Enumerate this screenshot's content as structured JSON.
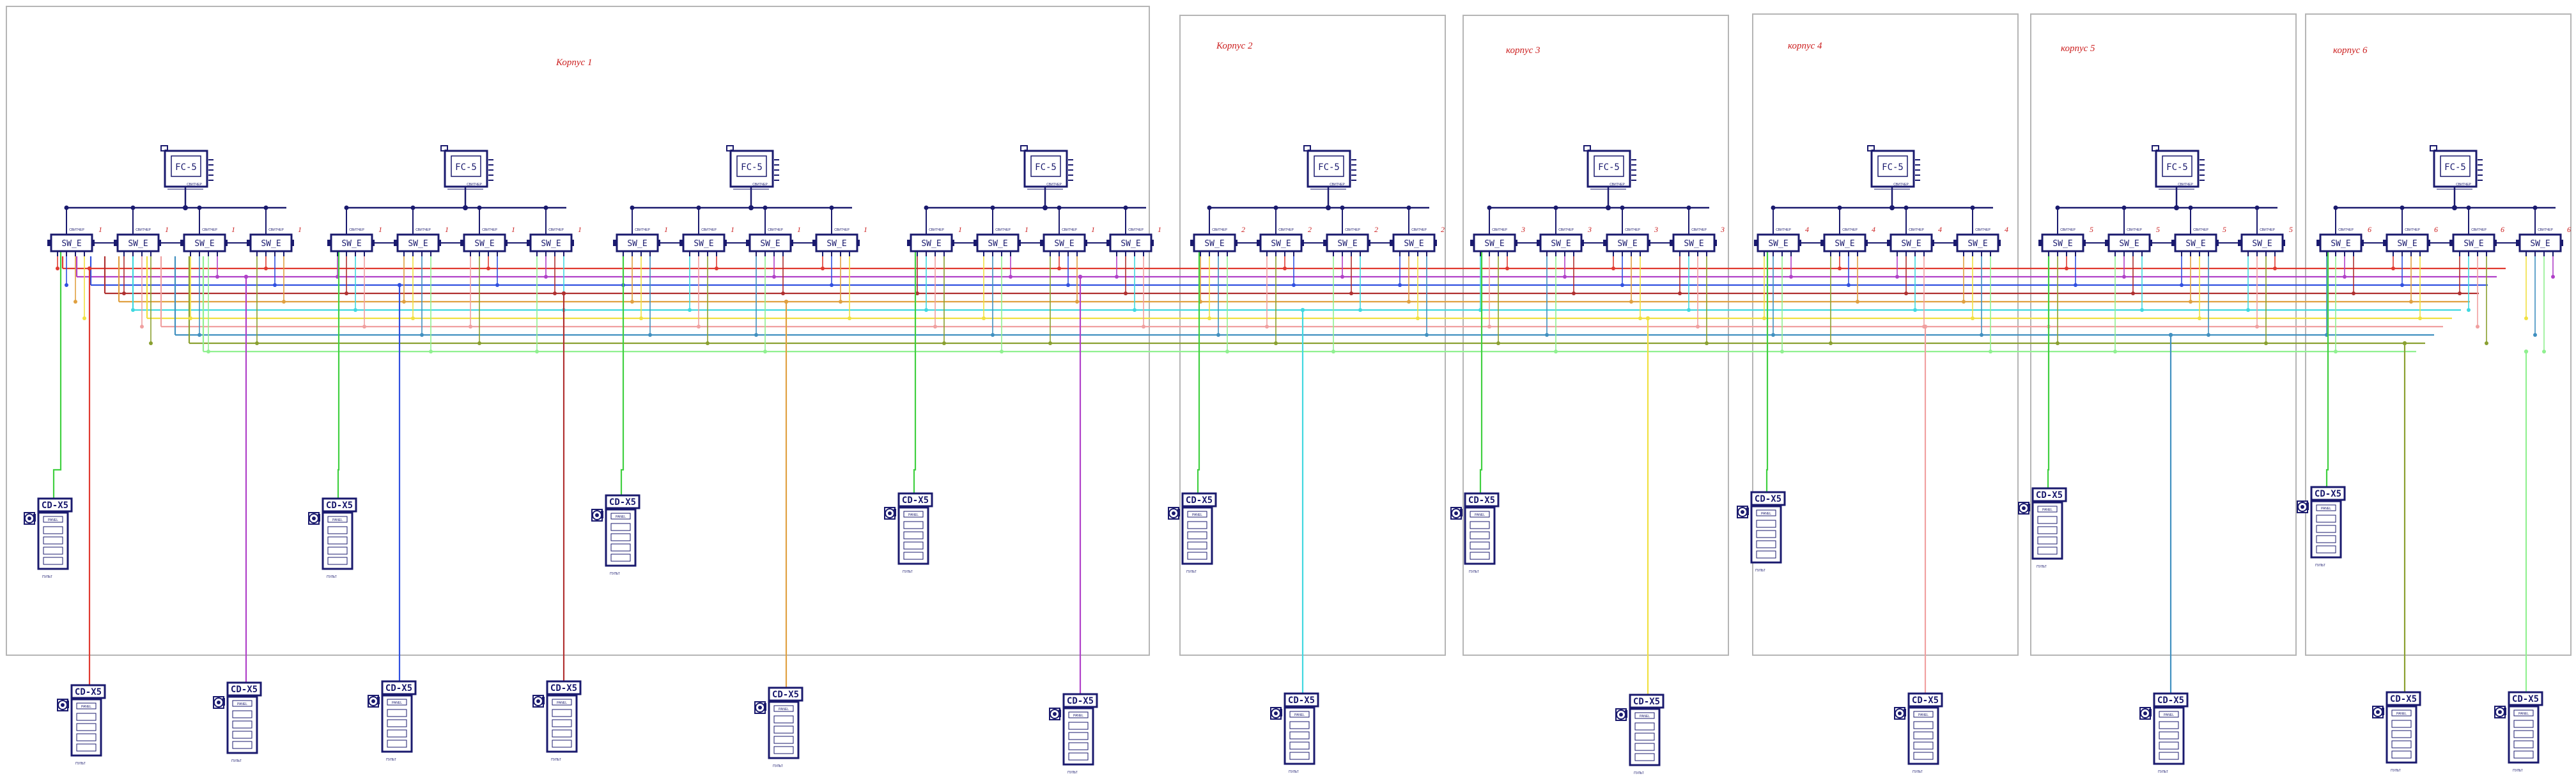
{
  "halls": [
    {
      "title": "Корпус 1",
      "index": "1"
    },
    {
      "title": "Корпус 2",
      "index": "2"
    },
    {
      "title": "корпус 3",
      "index": "3"
    },
    {
      "title": "корпус 4",
      "index": "4"
    },
    {
      "title": "корпус 5",
      "index": "5"
    },
    {
      "title": "корпус 6",
      "index": "6"
    }
  ],
  "controller_label": "FC-5",
  "switch_label": "SW_E",
  "console_label": "CD-X5",
  "console_panel_label": "PANEL",
  "switch_tag": "СВИТЧЕР",
  "console_tag": "ПУЛЬТ",
  "colors": {
    "frame": "#b5b5b5",
    "device": "#1a1a6e",
    "red": "#e03a30",
    "purple": "#b040c8",
    "blue": "#3050e0",
    "darkred": "#b03030",
    "orange": "#e0a040",
    "cyan": "#40d8e0",
    "yellow": "#f0e040",
    "pink": "#f0a0a0",
    "teal": "#4090c0",
    "olive": "#8aa030",
    "lightgreen": "#90f090",
    "green": "#40d040"
  }
}
